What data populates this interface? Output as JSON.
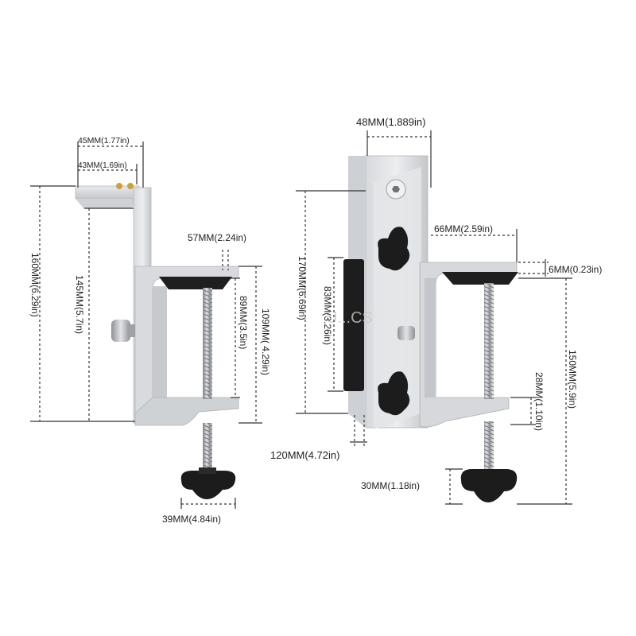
{
  "dimensions": {
    "left_top_outer": "45MM(1.77in)",
    "left_top_inner": "43MM(1.69in)",
    "left_height_total": "160MM(6.29in)",
    "left_height_inner": "145MM(5.7in)",
    "left_jaw_gap": "57MM(2.24in)",
    "left_clamp_opening": "89MM(3.5in)",
    "left_clamp_height": "109MM( 4.29in)",
    "left_knob_width": "39MM(4.84in)",
    "right_top_width": "48MM(1.889in)",
    "right_height_total": "170MM(6.69in)",
    "right_pad_height": "83MM(3.26in)",
    "right_jaw_width": "66MM(2.59in)",
    "right_jaw_thickness": "6MM(0.23in)",
    "right_clamp_height": "150MM(5.9in)",
    "right_lower_gap": "28MM(1.10in)",
    "right_base_width": "120MM(4.72in)",
    "right_knob_height": "30MM(1.18in)"
  },
  "watermark": "U...CS",
  "colors": {
    "aluminum_light": "#e6e7ea",
    "aluminum_mid": "#c9cbcf",
    "aluminum_dark": "#a4a7ac",
    "knob_black": "#1c1c1c",
    "brass": "#c8a23a",
    "dimension_line": "#333333"
  }
}
